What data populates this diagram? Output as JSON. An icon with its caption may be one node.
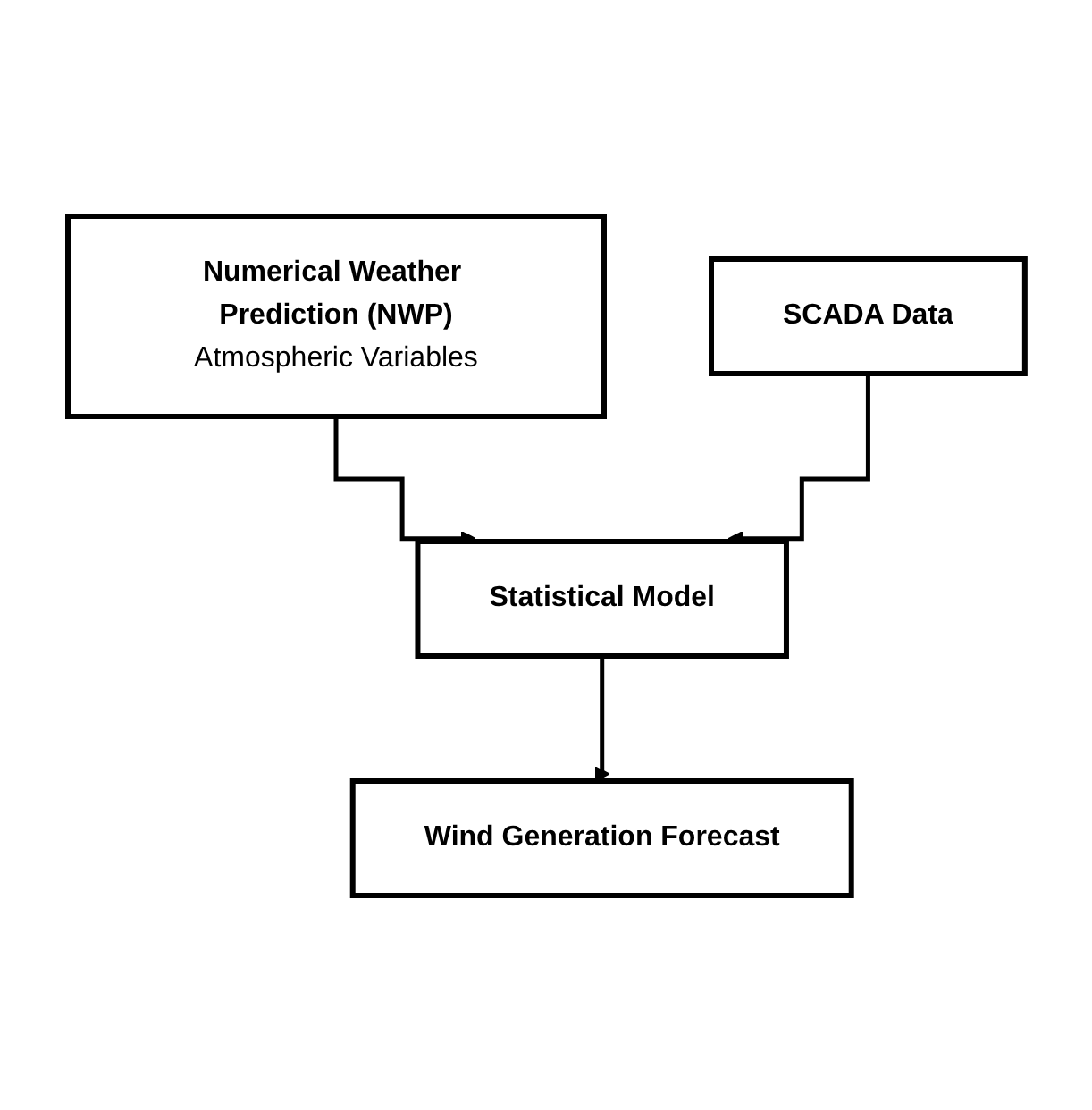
{
  "diagram": {
    "nodes": [
      {
        "text": [
          "Numerical Weather Prediction (NWP)",
          "Atmospheric Variables"
        ]
      },
      {
        "text": [
          "SCADA Data"
        ]
      },
      {
        "text": [
          "Statistical Model"
        ]
      },
      {
        "text": [
          "Wind Generation Forecast"
        ]
      }
    ],
    "edges": [
      {
        "from": 0,
        "to": 2,
        "arrow": "to"
      },
      {
        "from": 1,
        "to": 2,
        "arrow": "to"
      },
      {
        "from": 2,
        "to": 3,
        "arrow": "to"
      }
    ]
  }
}
